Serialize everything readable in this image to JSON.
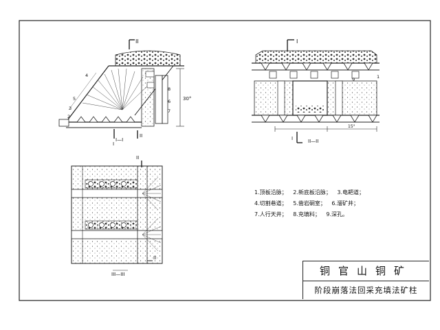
{
  "diagram": {
    "section_labels": {
      "elevation_left_top": "II",
      "elevation_left_bottom_left": "I",
      "elevation_left_bottom_right": "II",
      "elevation_left_caption": "I—I",
      "section_right_top": "I",
      "section_right_bottom": "I",
      "section_right_caption": "II—II",
      "plan_caption": "III—III",
      "plan_top": "II",
      "plan_bottom": "II"
    },
    "callouts": [
      "1",
      "2",
      "3",
      "4",
      "5",
      "6",
      "7",
      "8",
      "9"
    ],
    "dimensions": {
      "height_label": "30°",
      "section_width_label": "15°"
    }
  },
  "legend": {
    "rows": [
      [
        "1.顶板沿脉；",
        "2.新底板沿脉；",
        "3.电耙道；"
      ],
      [
        "4.切割巷道；",
        "5.凿岩硐室；",
        "6.溜矿井；"
      ],
      [
        "7.人行天井；",
        "8.充填料；",
        "9.深孔。"
      ]
    ]
  },
  "title_block": {
    "mine_name": "铜官山铜矿",
    "drawing_title": "阶段崩落法回采充填法矿柱"
  }
}
